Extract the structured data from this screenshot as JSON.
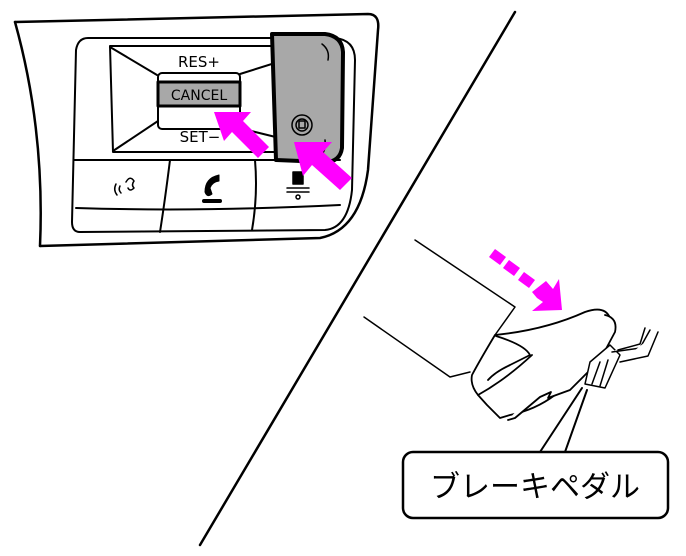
{
  "switch_panel": {
    "res_label": "RES+",
    "cancel_label": "CANCEL",
    "set_label": "SET−"
  },
  "callout": {
    "label": "ブレーキペダル"
  },
  "colors": {
    "arrow": "#ff00ff",
    "button_fill": "#a8a8a8",
    "line": "#000000"
  }
}
